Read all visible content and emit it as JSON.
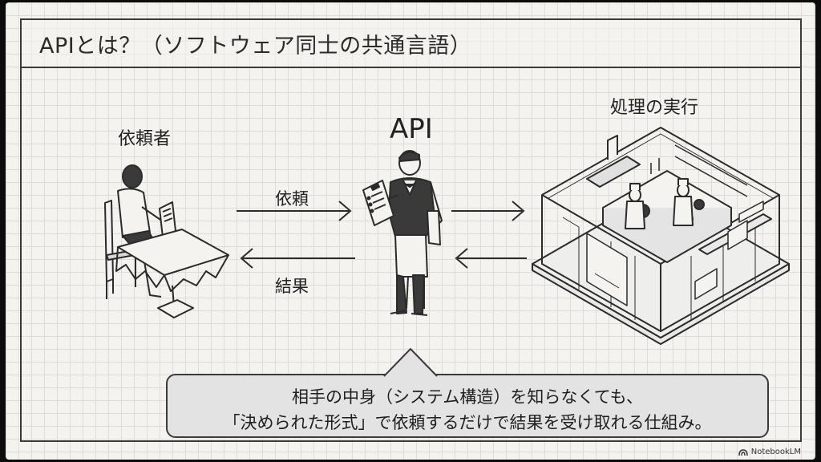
{
  "title": "APIとは？（ソフトウェア同士の共通言語）",
  "requester": {
    "label": "依頼者",
    "icon": "customer-at-table-icon"
  },
  "api": {
    "label": "API",
    "icon": "waiter-icon"
  },
  "backend": {
    "label": "処理の実行",
    "icon": "kitchen-icon"
  },
  "arrows": {
    "request_label": "依頼",
    "result_label": "結果"
  },
  "callout": {
    "line1": "相手の中身（システム構造）を知らなくても、",
    "line2": "「決められた形式」で依頼するだけで結果を受け取れる仕組み。"
  },
  "brand": {
    "name": "NotebookLM"
  },
  "colors": {
    "ink": "#2b2b2b",
    "grid": "#dddcd6",
    "background": "#f4f3ef",
    "callout_fill": "#e3e3e3"
  }
}
